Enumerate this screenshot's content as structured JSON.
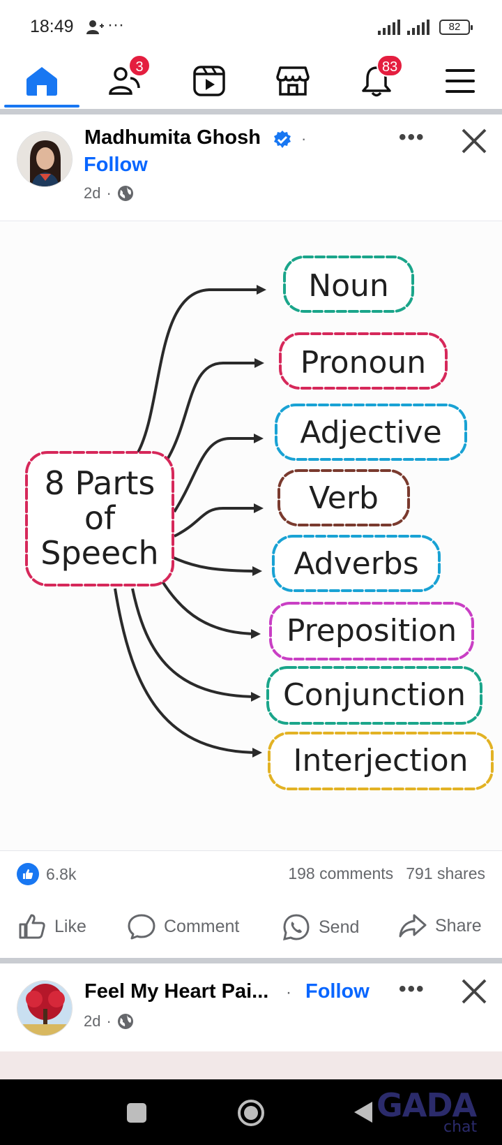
{
  "status_bar": {
    "time": "18:49",
    "dots": "···",
    "battery": "82"
  },
  "nav": {
    "friends_badge": "3",
    "notifications_badge": "83",
    "accent": "#1877f2"
  },
  "post1": {
    "author": "Madhumita Ghosh",
    "follow": "Follow",
    "time": "2d",
    "sep": "·",
    "image": {
      "center_label": [
        "8 Parts",
        "of",
        "Speech"
      ],
      "items": [
        {
          "label": "Noun",
          "color": "#1aa58a"
        },
        {
          "label": "Pronoun",
          "color": "#d6285a"
        },
        {
          "label": "Adjective",
          "color": "#19a2d4"
        },
        {
          "label": "Verb",
          "color": "#7a3a2e"
        },
        {
          "label": "Adverbs",
          "color": "#19a2d4"
        },
        {
          "label": "Preposition",
          "color": "#c93fc4"
        },
        {
          "label": "Conjunction",
          "color": "#1aa58a"
        },
        {
          "label": "Interjection",
          "color": "#e2b224"
        }
      ]
    },
    "reactions_count": "6.8k",
    "comments": "198 comments",
    "shares": "791 shares",
    "actions": {
      "like": "Like",
      "comment": "Comment",
      "send": "Send",
      "share": "Share"
    }
  },
  "post2": {
    "author": "Feel My Heart Pai...",
    "sep": "·",
    "follow": "Follow",
    "time": "2d"
  },
  "watermark": {
    "main": "GADA",
    "sub": "chat"
  }
}
